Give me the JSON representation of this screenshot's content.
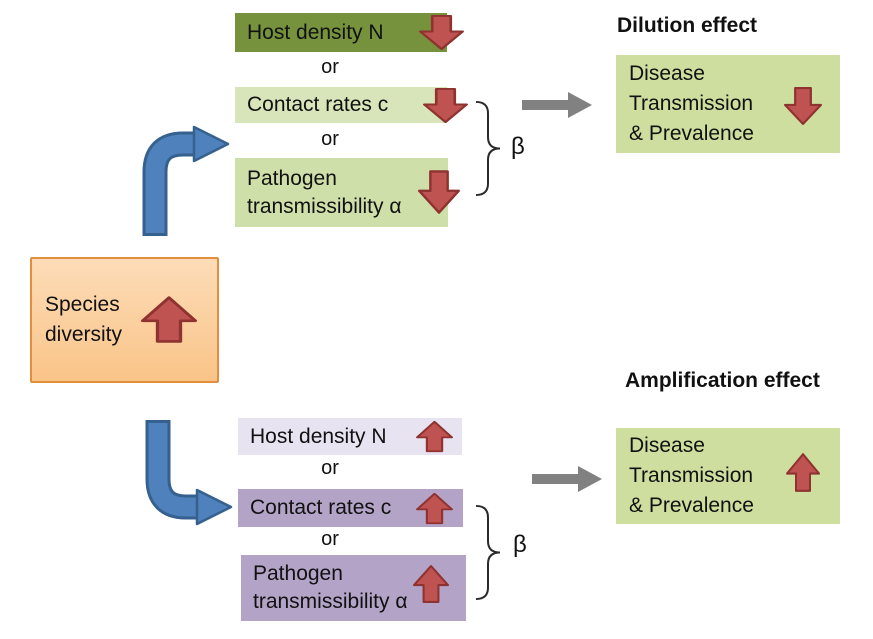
{
  "colors": {
    "background": "#ffffff",
    "dark_olive_box": "#76923c",
    "light_green_box": "#d8e4ba",
    "pathogen_green_box": "#cfdfa9",
    "outcome_green_box": "#cdde9f",
    "lavender_box": "#e8e3f0",
    "purple_box": "#b3a3c7",
    "species_box_gradient_top": "#fddcb8",
    "species_box_gradient_bottom": "#f9c488",
    "species_box_border": "#e18e3d",
    "red_arrow_fill": "#bf5351",
    "red_arrow_border": "#8e3330",
    "blue_arrow_fill": "#4f81bd",
    "blue_arrow_border": "#36618f",
    "gray_arrow": "#818181",
    "text": "#111111"
  },
  "species_box": {
    "line1": "Species",
    "line2": "diversity"
  },
  "connector": {
    "or": "or",
    "beta": "β"
  },
  "dilution": {
    "title": "Dilution effect",
    "host_label": "Host density N",
    "contact_label": "Contact rates c",
    "pathogen_line1": "Pathogen",
    "pathogen_line2": "transmissibility α",
    "outcome_line1": "Disease",
    "outcome_line2": "Transmission",
    "outcome_line3": "& Prevalence"
  },
  "amplification": {
    "title": "Amplification effect",
    "host_label": "Host density N",
    "contact_label": "Contact rates c",
    "pathogen_line1": "Pathogen",
    "pathogen_line2": "transmissibility α",
    "outcome_line1": "Disease",
    "outcome_line2": "Transmission",
    "outcome_line3": "& Prevalence"
  }
}
